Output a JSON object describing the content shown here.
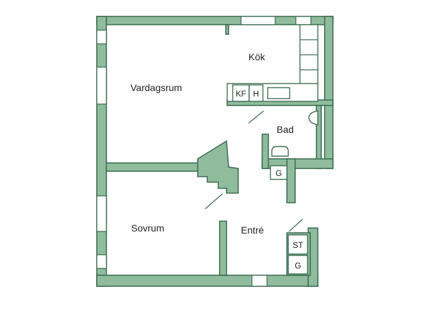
{
  "rooms": {
    "living": "Vardagsrum",
    "kitchen": "Kök",
    "bath": "Bad",
    "bedroom": "Sovrum",
    "entrance": "Entré"
  },
  "fixtures": {
    "fridge": "KF",
    "stove": "H",
    "bath_closet": "G",
    "storage": "ST",
    "entrance_closet": "G"
  },
  "colors": {
    "wall_fill": "#8fbc9c",
    "wall_stroke": "#3f6e54",
    "background": "#ffffff"
  }
}
